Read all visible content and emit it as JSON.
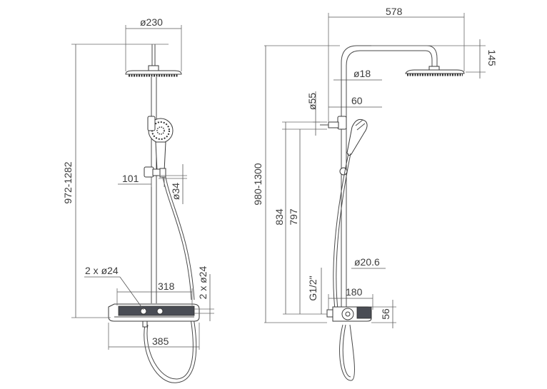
{
  "labels": {
    "head_diameter": "ø230",
    "height_range_left": "972-1282",
    "arm_offset_101": "101",
    "slider_diameter": "ø34",
    "inlets_left": "2 x ø24",
    "width_318": "318",
    "inlets_right": "2 x ø24",
    "width_385": "385",
    "arm_length": "578",
    "head_height": "145",
    "rail_diameter": "ø18",
    "holder_diameter": "ø55",
    "holder_offset": "60",
    "height_range_right": "980-1300",
    "height_834": "834",
    "height_797": "797",
    "bar_diameter": "ø20.6",
    "thread": "G1/2\"",
    "depth_180": "180",
    "height_56": "56"
  }
}
